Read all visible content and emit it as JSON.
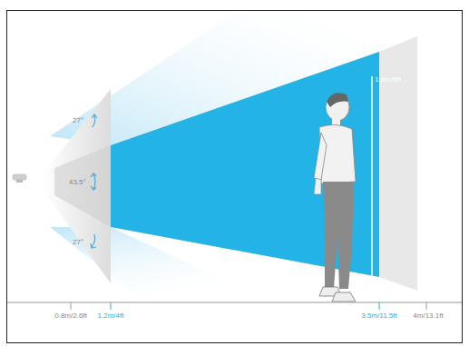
{
  "diagram": {
    "labels": [
      "27°",
      "43.5°",
      "27°",
      "1.8m/6ft",
      "0.8m/2.6ft",
      "1.2m/4ft",
      "3.5m/11.5ft",
      "4m/13.1ft"
    ]
  }
}
